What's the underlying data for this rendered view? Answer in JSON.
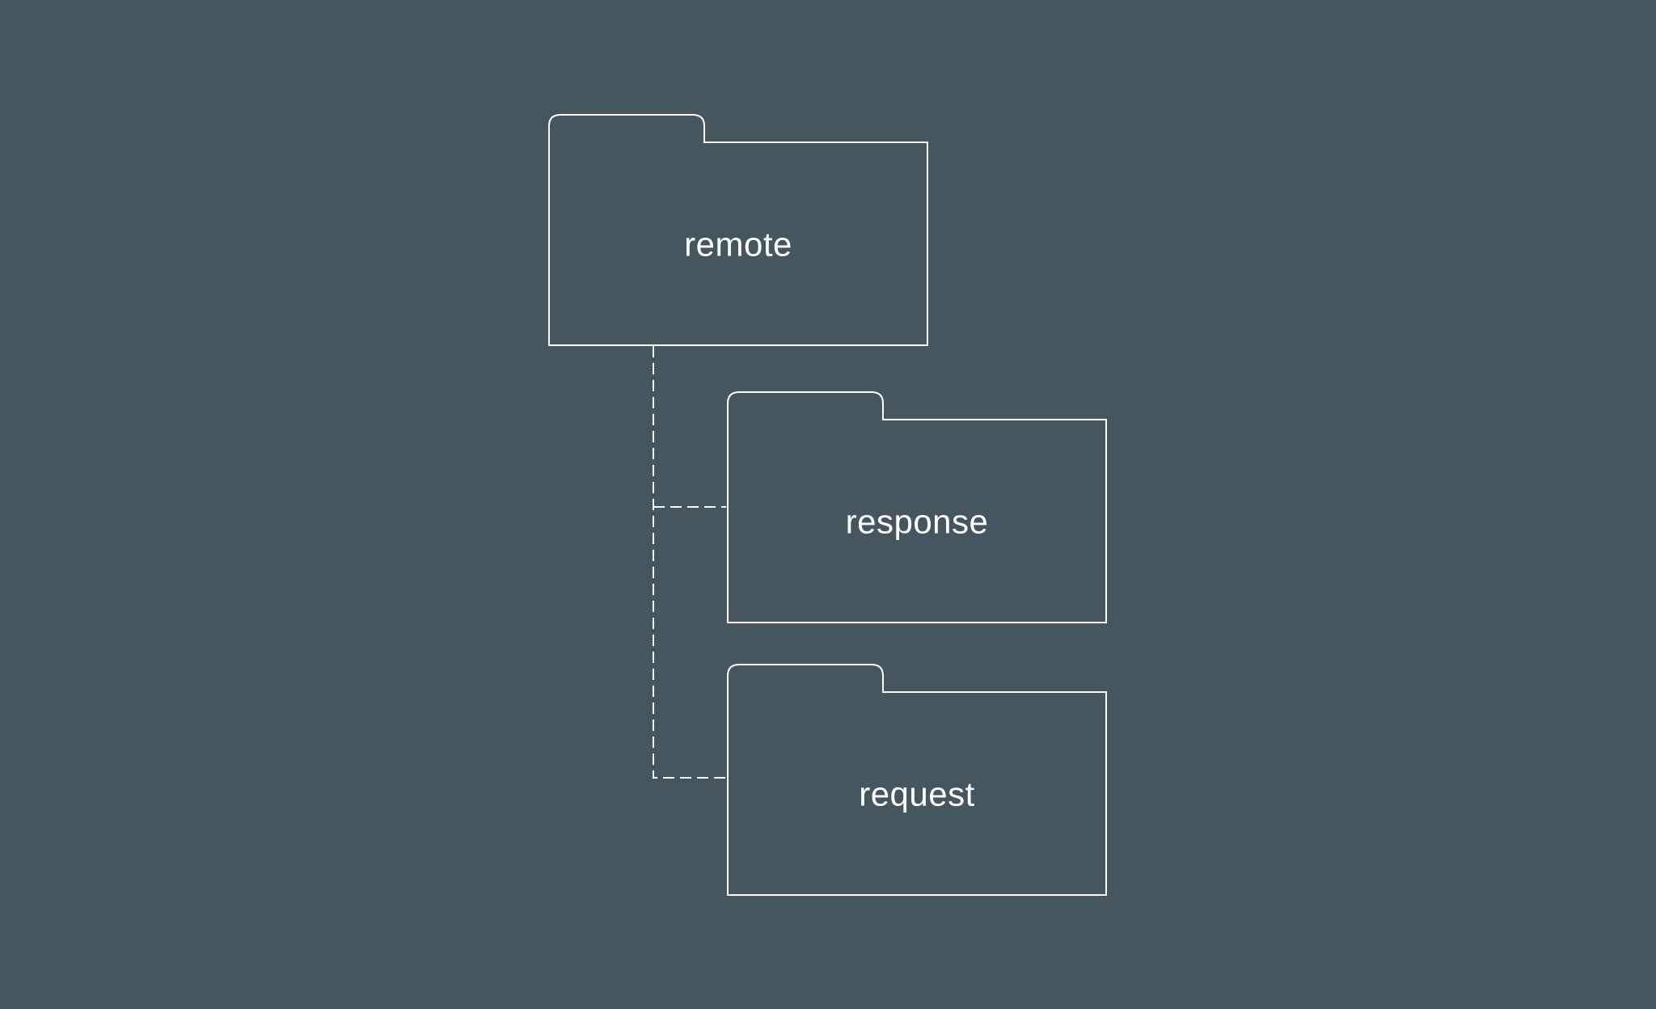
{
  "diagram": {
    "type": "folder-tree",
    "root": {
      "label": "remote"
    },
    "children": [
      {
        "label": "response"
      },
      {
        "label": "request"
      }
    ],
    "connector_style": "dashed-elbow",
    "colors": {
      "background": "#46565f",
      "outline": "#ffffff",
      "label_text": "#ffffff"
    }
  }
}
